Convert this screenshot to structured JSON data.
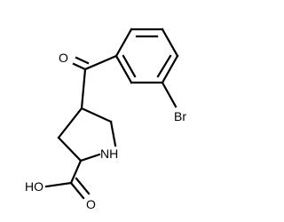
{
  "structure": {
    "atoms": {
      "oxygen_ketone": "O",
      "bromine": "Br",
      "nitrogen": "NH",
      "acid_group": "HO",
      "acid_oxygen": "O"
    }
  }
}
